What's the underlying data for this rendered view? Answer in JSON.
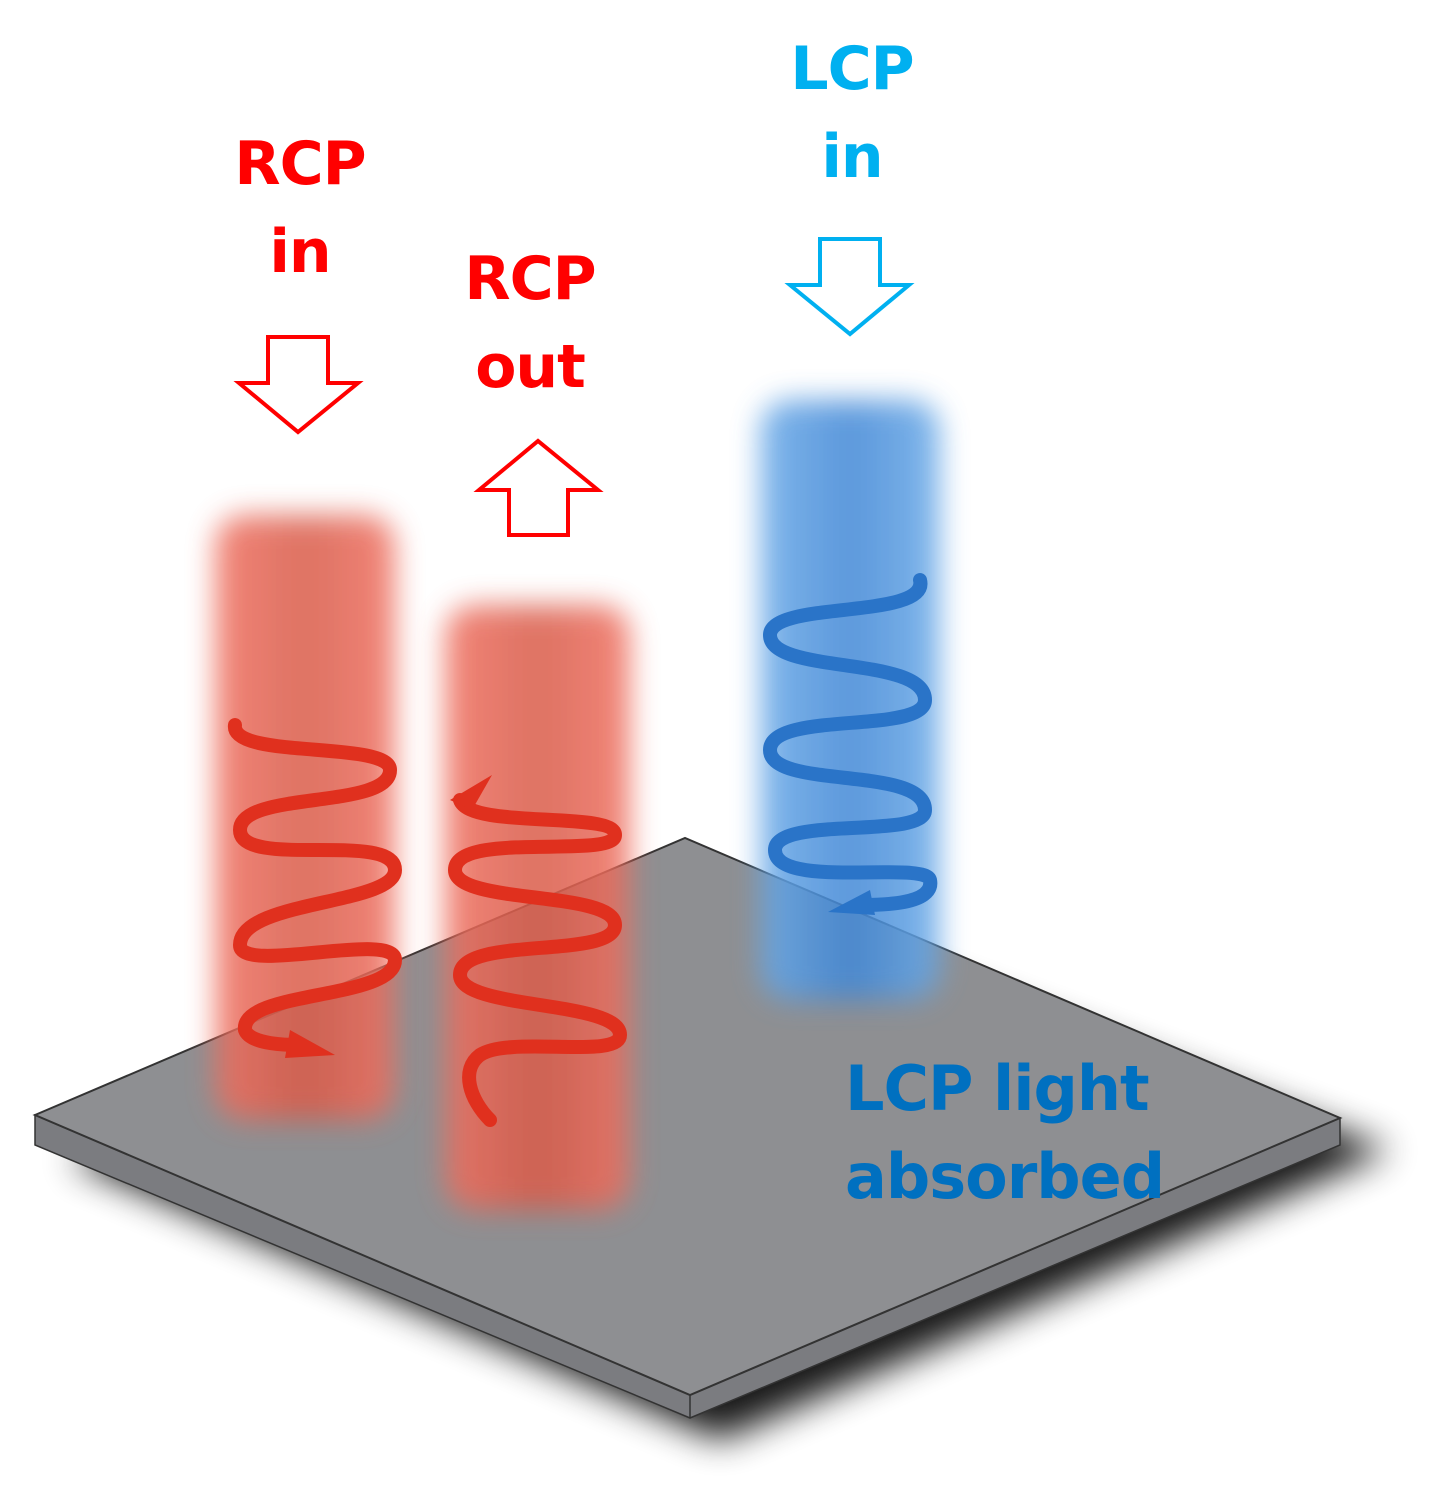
{
  "labels": {
    "rcp_in": [
      "RCP",
      "in"
    ],
    "rcp_out": [
      "RCP",
      "out"
    ],
    "lcp_in": [
      "LCP",
      "in"
    ],
    "lcp_absorbed": [
      "LCP light",
      "absorbed"
    ]
  },
  "colors": {
    "rcp": "#ff0000",
    "lcp_in": "#00b0f0",
    "lcp_absorbed": "#0070c0",
    "plate": "#8e8f92"
  }
}
